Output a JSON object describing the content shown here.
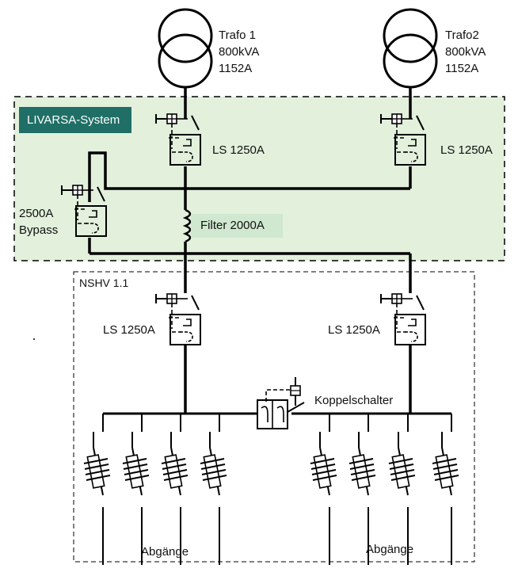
{
  "transformers": [
    {
      "name": "Trafo 1",
      "power": "800kVA",
      "current": "1152A"
    },
    {
      "name": "Trafo2",
      "power": "800kVA",
      "current": "1152A"
    }
  ],
  "system_label": "LIVARSA-System",
  "breaker_label": "LS 1250A",
  "bypass": {
    "line1": "2500A",
    "line2": "Bypass"
  },
  "filter_label": "Filter 2000A",
  "nshv_label": "NSHV 1.1",
  "coupler_label": "Koppelschalter",
  "outputs_label": "Abgänge",
  "colors": {
    "system_badge": "#1f6f66",
    "filter_badge": "#cfe8cf",
    "system_area": "#e2f0dc",
    "line": "#000000"
  }
}
